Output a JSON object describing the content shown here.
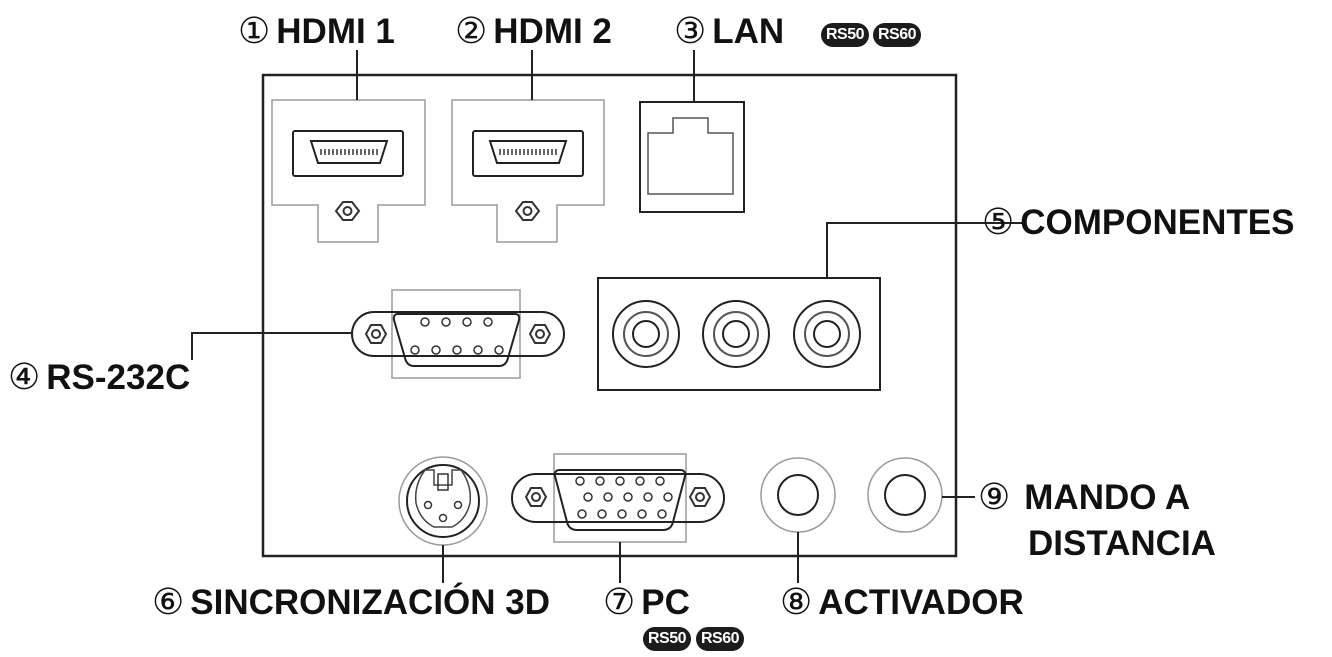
{
  "labels": {
    "hdmi1": {
      "num": "①",
      "text": "HDMI 1"
    },
    "hdmi2": {
      "num": "②",
      "text": "HDMI 2"
    },
    "lan": {
      "num": "③",
      "text": "LAN"
    },
    "rs232c": {
      "num": "④",
      "text": "RS-232C"
    },
    "componentes": {
      "num": "⑤",
      "text": "COMPONENTES"
    },
    "sync3d": {
      "num": "⑥",
      "text": "SINCRONIZACIÓN 3D"
    },
    "pc": {
      "num": "⑦",
      "text": "PC"
    },
    "activador": {
      "num": "⑧",
      "text": "ACTIVADOR"
    },
    "mando": {
      "num": "⑨",
      "text": "MANDO A",
      "text2": "DISTANCIA"
    }
  },
  "badges": {
    "lan": [
      "RS50",
      "RS60"
    ],
    "pc": [
      "RS50",
      "RS60"
    ]
  }
}
